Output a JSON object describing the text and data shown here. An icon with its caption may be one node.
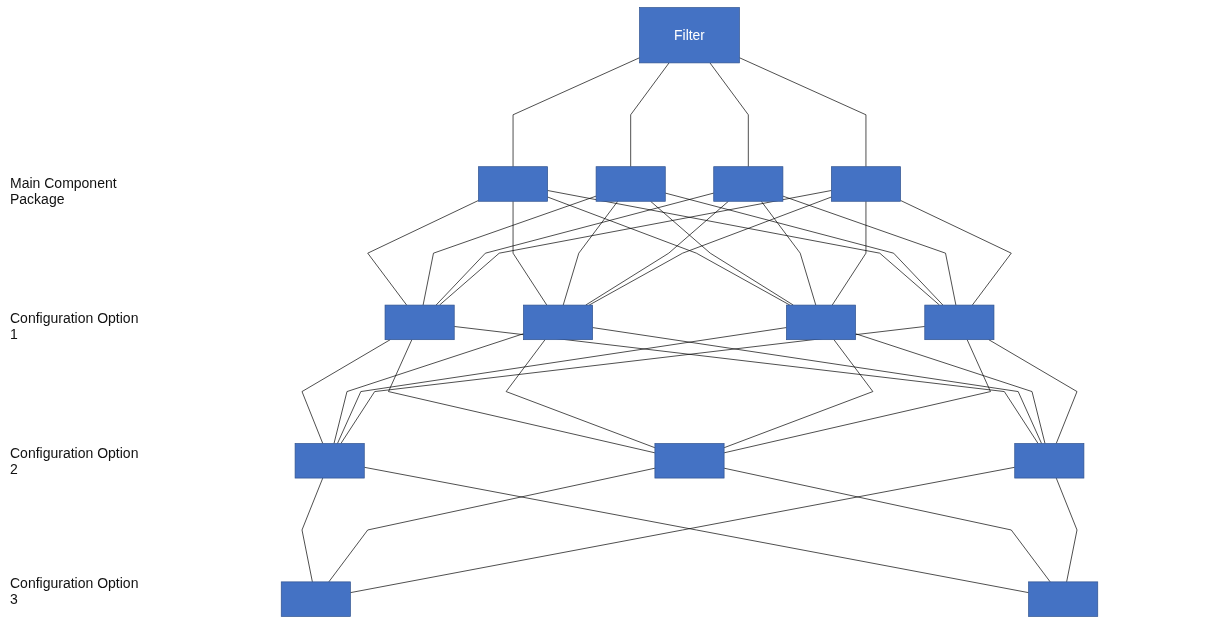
{
  "diagram": {
    "nodes": [
      {
        "text": [
          "Filter"
        ]
      },
      {
        "text": [],
        "shape": "box"
      },
      {
        "text": [],
        "shape": "box"
      },
      {
        "text": [],
        "shape": "box"
      },
      {
        "text": [],
        "shape": "box"
      },
      {
        "text": [],
        "shape": "box"
      },
      {
        "text": [],
        "shape": "box"
      },
      {
        "text": [],
        "shape": "box"
      },
      {
        "text": [],
        "shape": "box"
      },
      {
        "text": [],
        "shape": "box"
      },
      {
        "text": [],
        "shape": "box"
      },
      {
        "text": [],
        "shape": "box"
      },
      {
        "text": [],
        "shape": "box"
      },
      {
        "text": [],
        "shape": "box"
      }
    ],
    "edges": [
      {
        "from": 0,
        "to": 1,
        "arrow": "none"
      },
      {
        "from": 0,
        "to": 2,
        "arrow": "none"
      },
      {
        "from": 0,
        "to": 3,
        "arrow": "none"
      },
      {
        "from": 0,
        "to": 4,
        "arrow": "none"
      },
      {
        "from": 1,
        "to": 5,
        "arrow": "none"
      },
      {
        "from": 1,
        "to": 6,
        "arrow": "none"
      },
      {
        "from": 1,
        "to": 7,
        "arrow": "none"
      },
      {
        "from": 1,
        "to": 8,
        "arrow": "none"
      },
      {
        "from": 2,
        "to": 5,
        "arrow": "none"
      },
      {
        "from": 2,
        "to": 6,
        "arrow": "none"
      },
      {
        "from": 2,
        "to": 7,
        "arrow": "none"
      },
      {
        "from": 2,
        "to": 8,
        "arrow": "none"
      },
      {
        "from": 3,
        "to": 5,
        "arrow": "none"
      },
      {
        "from": 3,
        "to": 6,
        "arrow": "none"
      },
      {
        "from": 3,
        "to": 7,
        "arrow": "none"
      },
      {
        "from": 3,
        "to": 8,
        "arrow": "none"
      },
      {
        "from": 4,
        "to": 5,
        "arrow": "none"
      },
      {
        "from": 4,
        "to": 6,
        "arrow": "none"
      },
      {
        "from": 4,
        "to": 7,
        "arrow": "none"
      },
      {
        "from": 4,
        "to": 8,
        "arrow": "none"
      },
      {
        "from": 5,
        "to": 9,
        "arrow": "none"
      },
      {
        "from": 5,
        "to": 10,
        "arrow": "none"
      },
      {
        "from": 5,
        "to": 11,
        "arrow": "none"
      },
      {
        "from": 6,
        "to": 9,
        "arrow": "none"
      },
      {
        "from": 6,
        "to": 10,
        "arrow": "none"
      },
      {
        "from": 6,
        "to": 11,
        "arrow": "none"
      },
      {
        "from": 7,
        "to": 9,
        "arrow": "none"
      },
      {
        "from": 7,
        "to": 10,
        "arrow": "none"
      },
      {
        "from": 7,
        "to": 11,
        "arrow": "none"
      },
      {
        "from": 8,
        "to": 9,
        "arrow": "none"
      },
      {
        "from": 8,
        "to": 10,
        "arrow": "none"
      },
      {
        "from": 8,
        "to": 11,
        "arrow": "none"
      },
      {
        "from": 9,
        "to": 12,
        "arrow": "none"
      },
      {
        "from": 9,
        "to": 13,
        "arrow": "none"
      },
      {
        "from": 10,
        "to": 12,
        "arrow": "none"
      },
      {
        "from": 10,
        "to": 13,
        "arrow": "none"
      },
      {
        "from": 11,
        "to": 12,
        "arrow": "none"
      },
      {
        "from": 11,
        "to": 13,
        "arrow": "none"
      }
    ],
    "labels": [
      "Main Component Package",
      "Configuration Option 1",
      "Configuration Option 2",
      "Configuration Option 3"
    ]
  }
}
